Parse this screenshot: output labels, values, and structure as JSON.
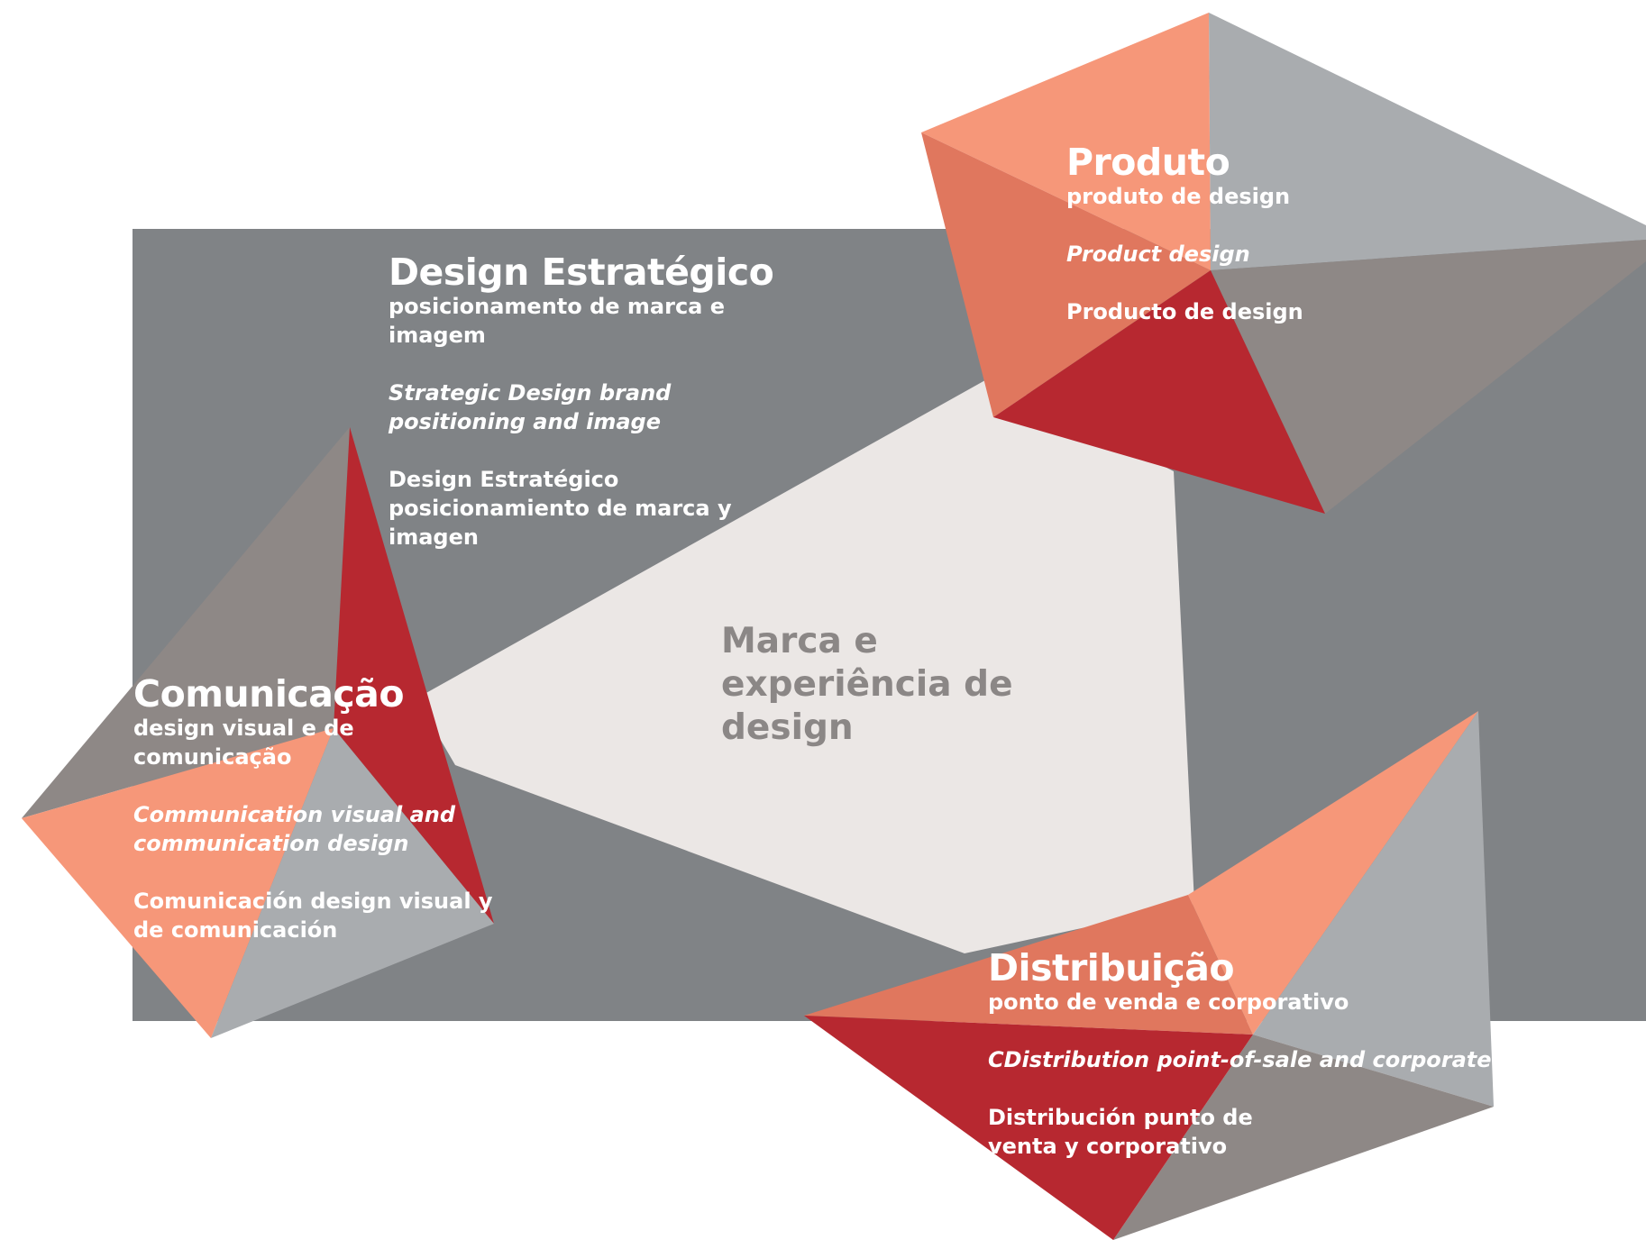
{
  "colors": {
    "dark_gray": "#808386",
    "light_beige": "#ebe7e5",
    "salmon": "#f69779",
    "terracotta": "#e0775e",
    "crimson": "#b72830",
    "silver": "#a9acaf",
    "taupe": "#8e8886",
    "center_text": "#8b8786",
    "white": "#ffffff"
  },
  "center": {
    "label": "Marca e experiência de design"
  },
  "strategic": {
    "title": "Design Estratégico",
    "pt": "posicionamento de marca e imagem",
    "en": "Strategic Design brand positioning and image",
    "es": "Design Estratégico posicionamiento de marca y imagen"
  },
  "product": {
    "title": "Produto",
    "pt": "produto de design",
    "en": "Product design",
    "es": "Producto de design"
  },
  "communication": {
    "title": "Comunicação",
    "pt": "design visual e de comunicação",
    "en": "Communication visual and communication design",
    "es": "Comunicación design visual y de comunicación"
  },
  "distribution": {
    "title": "Distribuição",
    "pt": "ponto de venda e corporativo",
    "en": "CDistribution point-of-sale and corporate",
    "es": "Distribución punto de venta y corporativo"
  }
}
